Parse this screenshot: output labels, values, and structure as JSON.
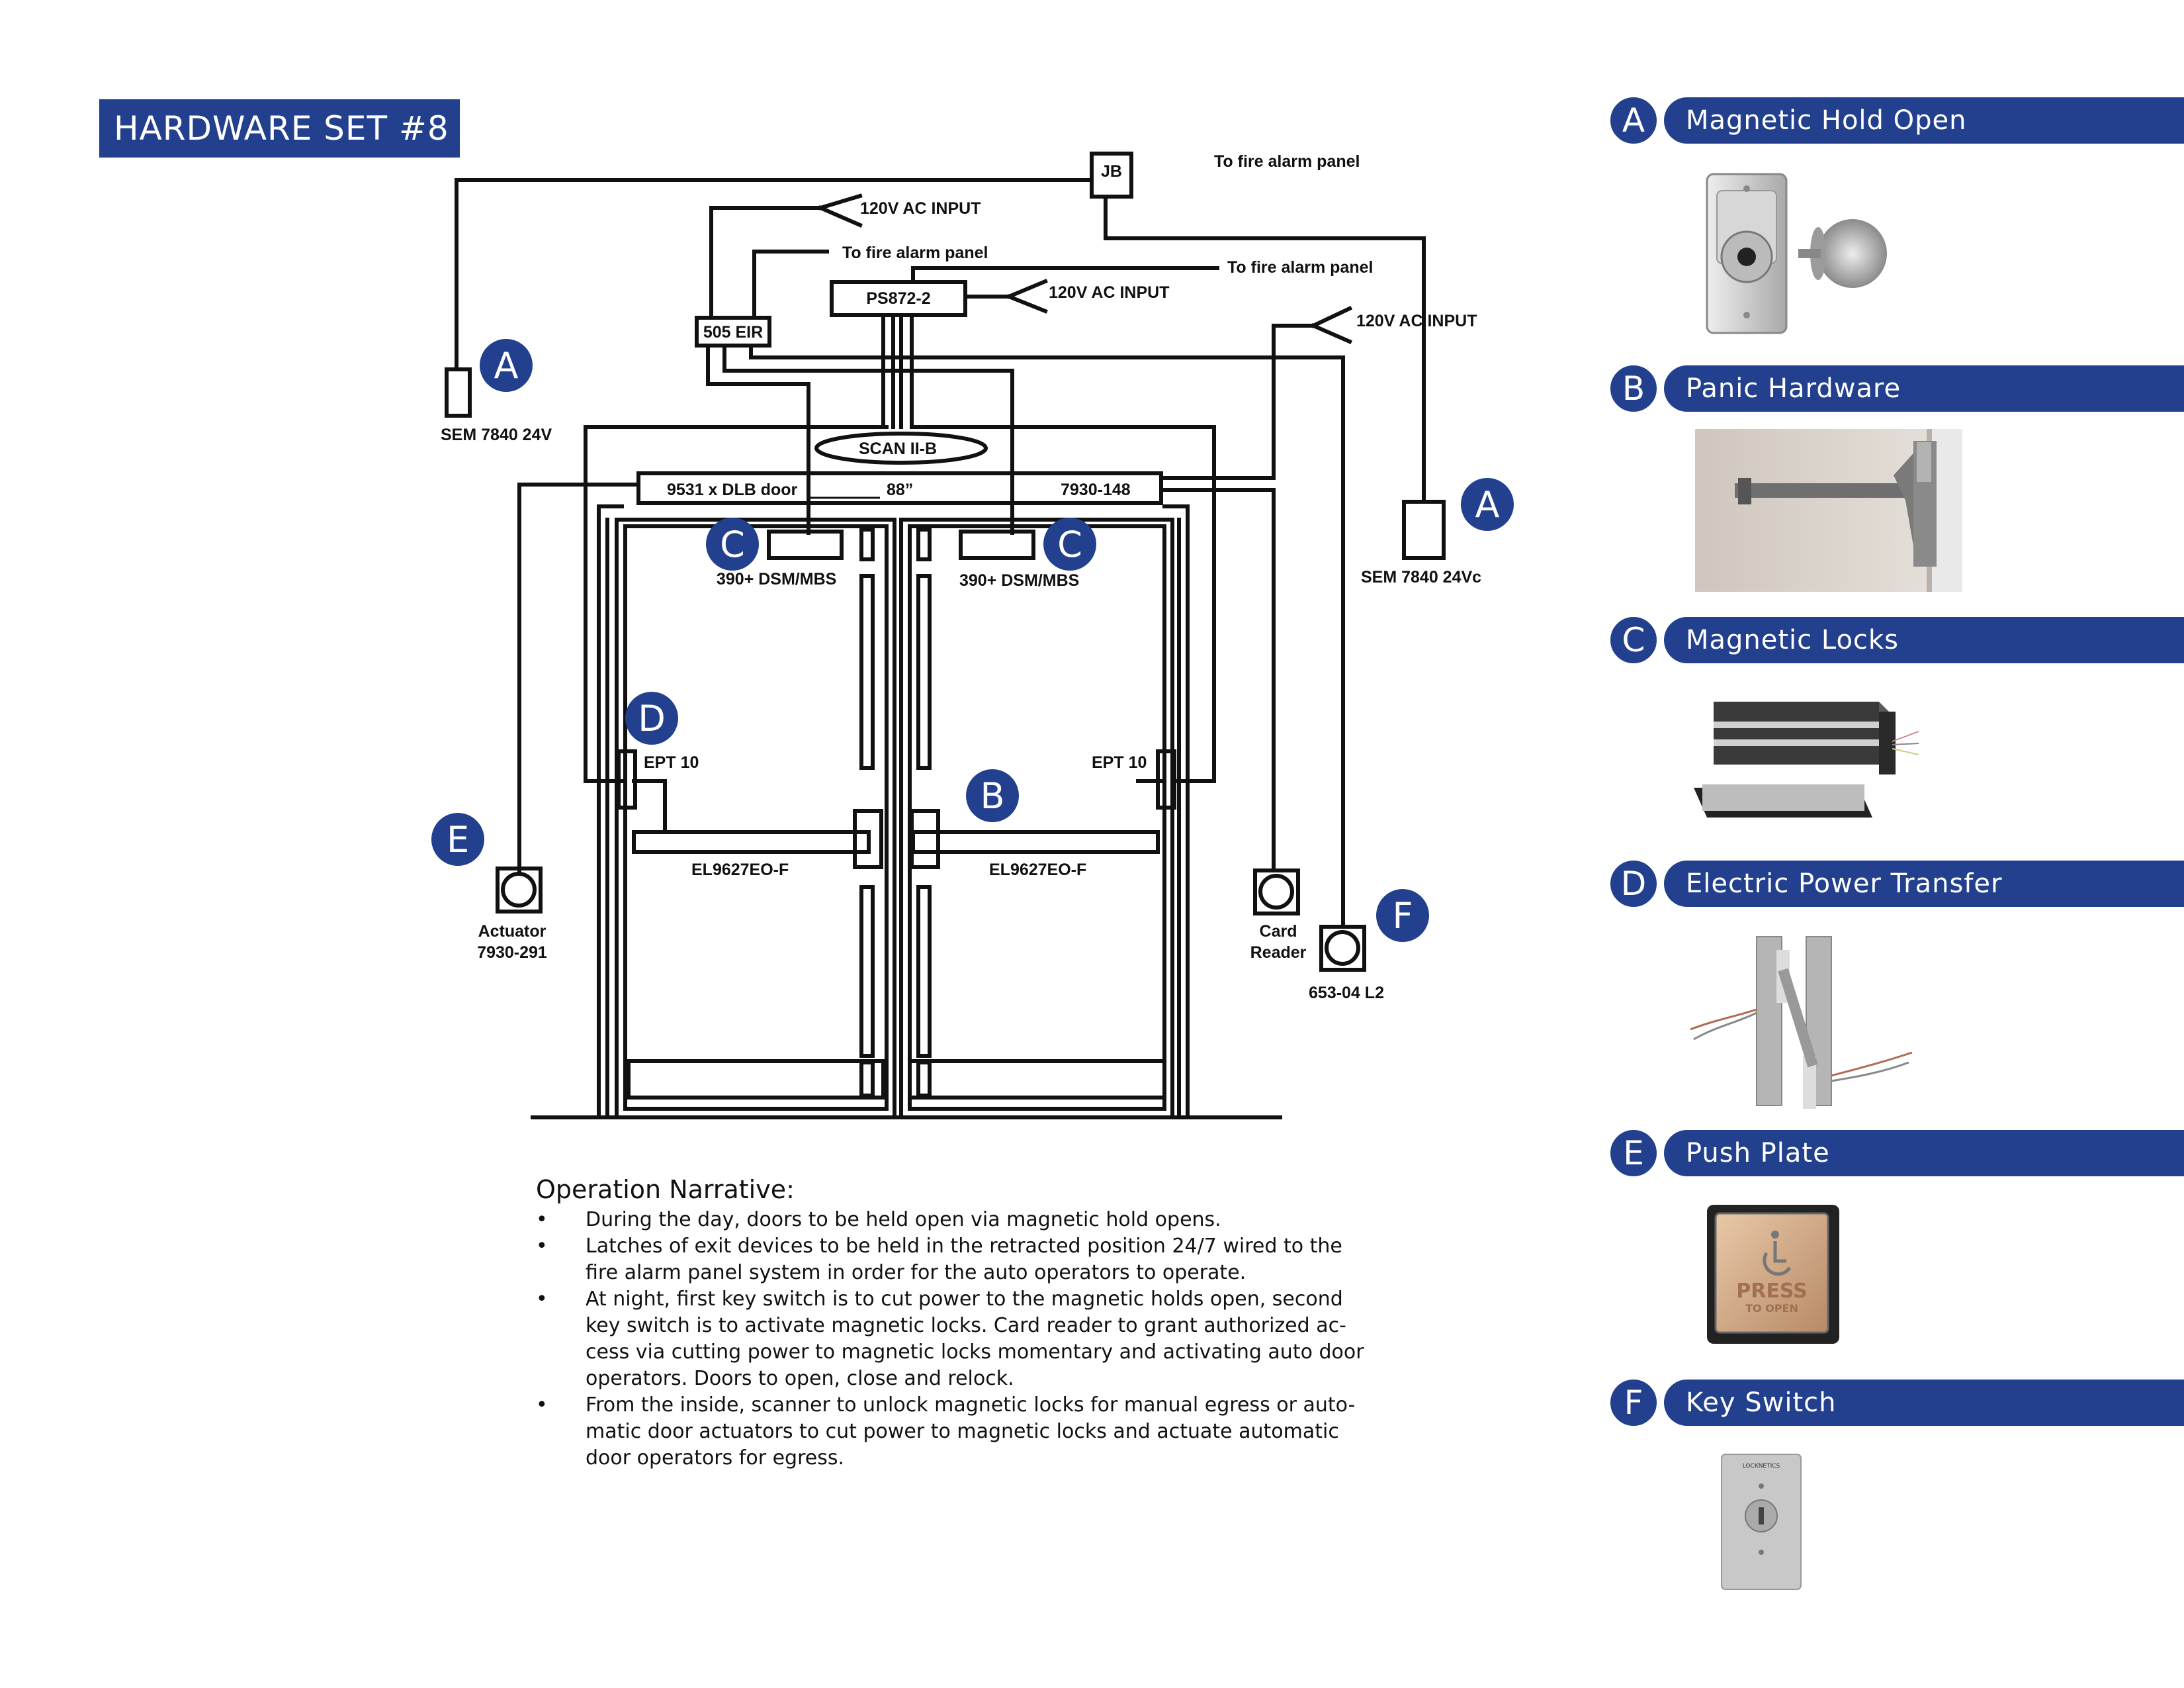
{
  "title": "HARDWARE SET #8",
  "labels": {
    "jb": "JB",
    "fire_panel_1": "To fire alarm panel",
    "fire_panel_2": "To fire alarm panel",
    "fire_panel_3": "To fire alarm panel",
    "ac_input_1": "120V AC INPUT",
    "ac_input_2": "120V AC INPUT",
    "ac_input_3": "120V AC INPUT",
    "ps": "PS872-2",
    "eir": "505 EIR",
    "scan": "SCAN II-B",
    "sem_left": "SEM 7840 24V",
    "sem_right": "SEM 7840 24Vc",
    "header_left": "9531 x DLB door",
    "header_dim": "88”",
    "header_right": "7930-148",
    "dsm_left": "390+ DSM/MBS",
    "dsm_right": "390+ DSM/MBS",
    "ept_left": "EPT 10",
    "ept_right": "EPT 10",
    "exit_left": "EL9627EO-F",
    "exit_right": "EL9627EO-F",
    "actuator_1": "Actuator",
    "actuator_2": "7930-291",
    "card_1": "Card",
    "card_2": "Reader",
    "keyswitch": "653-04 L2"
  },
  "badges": {
    "a": "A",
    "b": "B",
    "c": "C",
    "d": "D",
    "e": "E",
    "f": "F"
  },
  "narrative": {
    "title": "Operation Narrative:",
    "bullet": "•",
    "items": [
      [
        "During the day, doors to be held open via magnetic hold opens."
      ],
      [
        "Latches of exit devices to be held in the retracted position 24/7 wired to the",
        "fire alarm panel system in order for the auto operators to operate."
      ],
      [
        "At night, first key switch is to cut power to the magnetic holds open, second",
        "key switch is to activate magnetic locks. Card reader to grant authorized ac-",
        "cess via cutting power to magnetic locks momentary and activating auto door",
        "operators. Doors to open, close and relock."
      ],
      [
        "From the inside, scanner to unlock magnetic locks for manual egress or auto-",
        "matic door actuators to cut power to magnetic locks and actuate automatic",
        "door operators for egress."
      ]
    ]
  },
  "legend": [
    {
      "letter": "A",
      "name": "Magnetic Hold Open",
      "icon": "magnetic-hold-open-icon"
    },
    {
      "letter": "B",
      "name": "Panic Hardware",
      "icon": "panic-hardware-icon"
    },
    {
      "letter": "C",
      "name": "Magnetic Locks",
      "icon": "magnetic-lock-icon"
    },
    {
      "letter": "D",
      "name": "Electric Power Transfer",
      "icon": "power-transfer-icon"
    },
    {
      "letter": "E",
      "name": "Push Plate",
      "icon": "push-plate-icon"
    },
    {
      "letter": "F",
      "name": "Key Switch",
      "icon": "key-switch-icon"
    }
  ],
  "photo_text": {
    "push_plate_1": "PRESS",
    "push_plate_2": "TO OPEN",
    "key_brand": "LOCKNETICS"
  },
  "colors": {
    "brand_blue": "#23408e",
    "line": "#111111"
  }
}
